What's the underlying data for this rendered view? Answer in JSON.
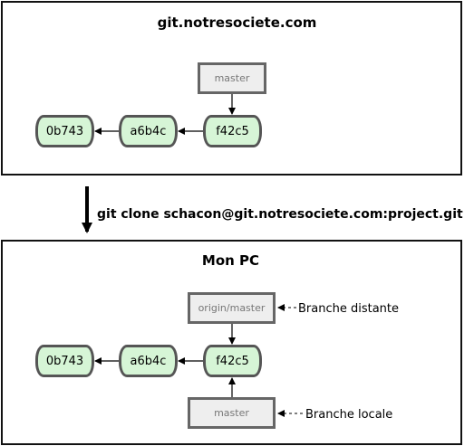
{
  "server": {
    "title": "git.notresociete.com",
    "branch": "master",
    "commits": [
      "0b743",
      "a6b4c",
      "f42c5"
    ]
  },
  "command": "git clone schacon@git.notresociete.com:project.git",
  "local": {
    "title": "Mon PC",
    "remote_branch": "origin/master",
    "local_branch": "master",
    "commits": [
      "0b743",
      "a6b4c",
      "f42c5"
    ],
    "remote_label": "Branche distante",
    "local_label": "Branche locale"
  },
  "colors": {
    "commit_fill": "#d6f5d6",
    "commit_border": "#555555",
    "branch_fill": "#eeeeee",
    "branch_border": "#666666"
  }
}
